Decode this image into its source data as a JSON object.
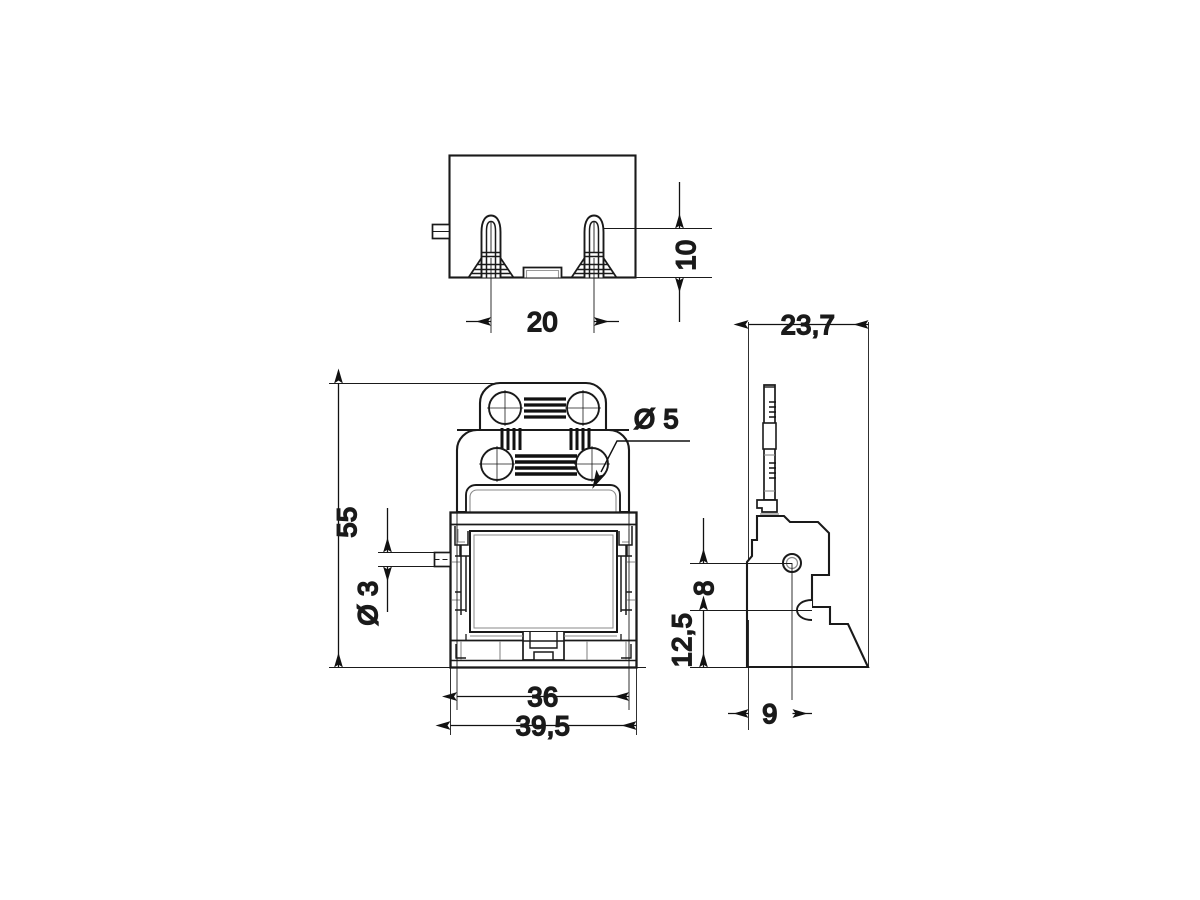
{
  "drawing": {
    "title": "Technical dimensioned drawing of a connector housing with strain relief",
    "background_color": "#ffffff",
    "line_color": "#1a1a1a",
    "thin_line_color": "#4a4a4a",
    "units": "mm",
    "views": [
      {
        "id": "top-view",
        "name": "Top view",
        "label": ""
      },
      {
        "id": "front-view",
        "name": "Front view",
        "label": ""
      },
      {
        "id": "side-view",
        "name": "Side view",
        "label": ""
      }
    ]
  },
  "dimensions": {
    "top_view_height": "10",
    "top_view_pitch": "20",
    "front_view_height": "55",
    "front_view_hole_small": "Ø 3",
    "front_view_hole_large": "Ø 5",
    "front_view_width_inner": "36",
    "front_view_width_outer": "39,5",
    "side_view_depth": "23,7",
    "side_view_upper": "8",
    "side_view_lower": "12,5",
    "side_view_offset": "9"
  },
  "annotations": [
    {
      "name": "dim-10",
      "text": "10",
      "rotated": true
    },
    {
      "name": "dim-20",
      "text": "20",
      "rotated": false
    },
    {
      "name": "dim-55",
      "text": "55",
      "rotated": true
    },
    {
      "name": "dim-dia-3",
      "text": "Ø 3",
      "rotated": true
    },
    {
      "name": "dim-dia-5",
      "text": "Ø 5",
      "rotated": false
    },
    {
      "name": "dim-36",
      "text": "36",
      "rotated": false
    },
    {
      "name": "dim-39-5",
      "text": "39,5",
      "rotated": false
    },
    {
      "name": "dim-23-7",
      "text": "23,7",
      "rotated": false
    },
    {
      "name": "dim-8",
      "text": "8",
      "rotated": true
    },
    {
      "name": "dim-12-5",
      "text": "12,5",
      "rotated": true
    },
    {
      "name": "dim-9",
      "text": "9",
      "rotated": false
    }
  ]
}
